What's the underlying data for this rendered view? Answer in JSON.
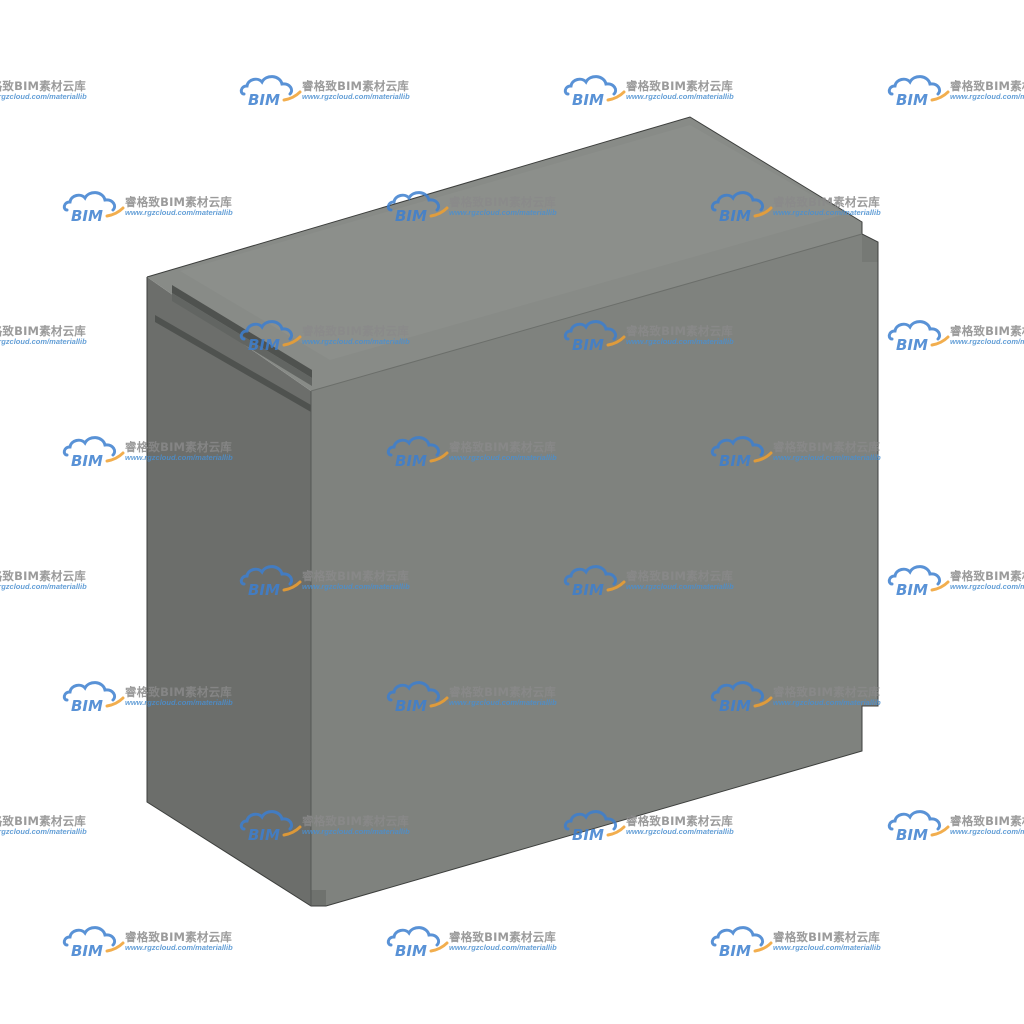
{
  "watermark": {
    "logo_text": "BIM",
    "title": "睿格致BIM素材云库",
    "url": "www.rgzcloud.com/materiallib",
    "logo_icon": "cloud-icon",
    "colors": {
      "logo_blue": "#3d7fd0",
      "logo_orange": "#f0a030",
      "title_gray": "#8a8a8a",
      "url_blue": "#4a8fd0"
    }
  },
  "model": {
    "description_colors": {
      "front_face": "#7e817c",
      "left_face": "#6a6c69",
      "top_face": "#878a86",
      "groove": "#4d504d",
      "edge": "#3a3c3a"
    }
  }
}
